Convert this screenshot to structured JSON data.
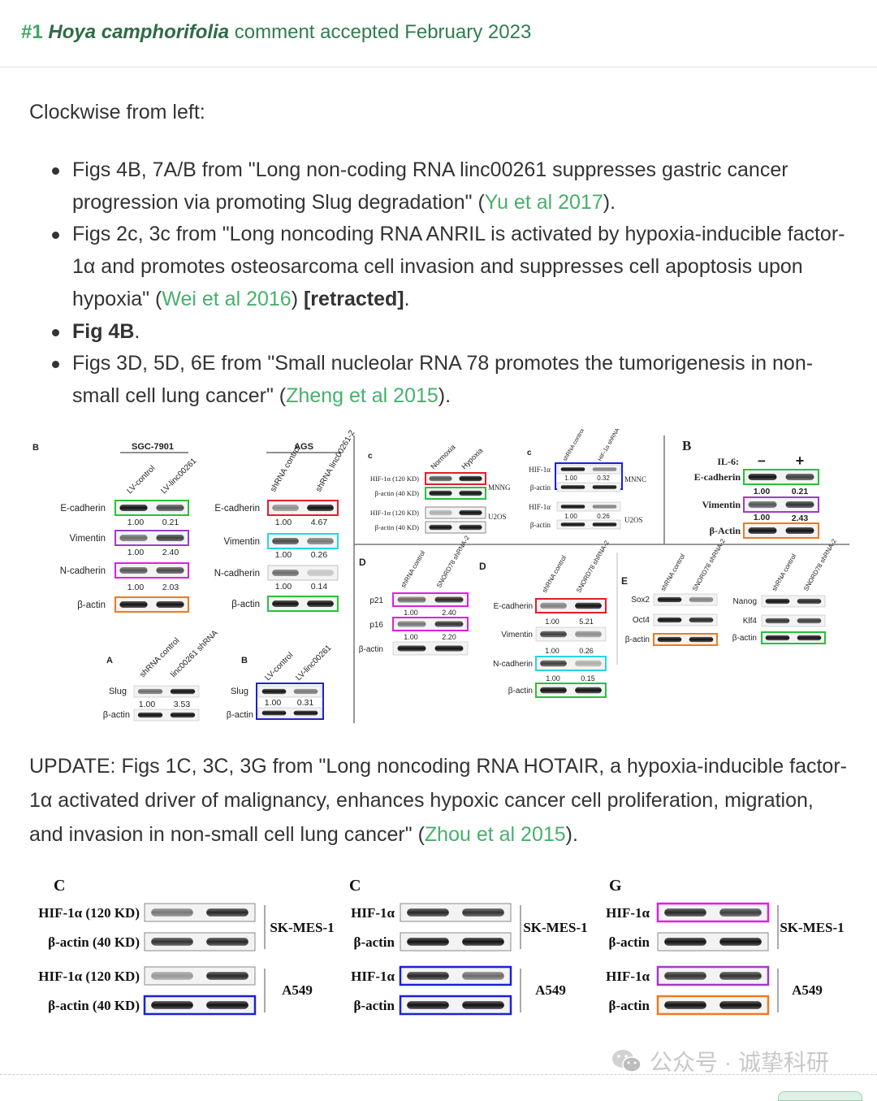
{
  "header": {
    "number": "#1",
    "species": "Hoya camphorifolia",
    "text": " comment accepted February 2023"
  },
  "intro": "Clockwise from left:",
  "bullets": [
    {
      "pre": "Figs 4B, 7A/B from \"Long non-coding RNA linc00261 suppresses gastric cancer progression via promoting Slug degradation\" (",
      "link": "Yu et al 2017",
      "post": ")."
    },
    {
      "pre": "Figs 2c, 3c from \"Long noncoding RNA ANRIL is activated by hypoxia-inducible factor-1α and promotes osteosarcoma cell invasion and suppresses cell apoptosis upon hypoxia\" (",
      "link": "Wei et al 2016",
      "post": ") ",
      "bold": "[retracted]",
      "end": "."
    },
    {
      "bold": "Fig 4B",
      "end": "."
    },
    {
      "pre": "Figs 3D, 5D, 6E from \"Small nucleolar RNA 78 promotes the tumorigenesis in non-small cell lung cancer\" (",
      "link": "Zheng et al 2015",
      "post": ")."
    }
  ],
  "update": {
    "pre": "UPDATE: Figs 1C, 3C, 3G from \"Long noncoding RNA HOTAIR, a hypoxia-inducible factor-1α activated driver of malignancy, enhances hypoxic cancer cell proliferation, migration, and invasion in non-small cell lung cancer\" (",
    "link": "Zhou et al 2015",
    "post": ")."
  },
  "fig1": {
    "pB": {
      "label": "B",
      "title": "SGC-7901",
      "cols": [
        "LV-control",
        "LV-linc00261"
      ],
      "rows": [
        "E-cadherin",
        "Vimentin",
        "N-cadherin",
        "β-actin"
      ],
      "vals": [
        [
          "1.00",
          "0.21"
        ],
        [
          "1.00",
          "2.40"
        ],
        [
          "1.00",
          "2.03"
        ]
      ]
    },
    "pAGS": {
      "title": "AGS",
      "cols": [
        "shRNA control",
        "shRNA linc00261-2"
      ],
      "rows": [
        "E-cadherin",
        "Vimentin",
        "N-cadherin",
        "β-actin"
      ],
      "vals": [
        [
          "1.00",
          "4.67"
        ],
        [
          "1.00",
          "0.26"
        ],
        [
          "1.00",
          "0.14"
        ]
      ]
    },
    "pA7": {
      "label": "A",
      "cols": [
        "shRNA control",
        "linc00261 shRNA"
      ],
      "rows": [
        "Slug",
        "β-actin"
      ],
      "vals": [
        "1.00",
        "3.53"
      ]
    },
    "pB7": {
      "label": "B",
      "cols": [
        "LV-control",
        "LV-linc00261"
      ],
      "rows": [
        "Slug",
        "β-actin"
      ],
      "vals": [
        "1.00",
        "0.31"
      ]
    },
    "pc1": {
      "label": "c",
      "cols": [
        "Normoxia",
        "Hypoxia"
      ],
      "rows": [
        "HIF-1α (120 KD)",
        "β-actin (40 KD)",
        "HIF-1α (120 KD)",
        "β-actin (40 KD)"
      ],
      "cells": [
        "MNNG",
        "U2OS"
      ]
    },
    "pc2": {
      "label": "c",
      "cols": [
        "shRNA control",
        "HIF-1α shRNA"
      ],
      "rows": [
        "HIF-1α",
        "β-actin",
        "HIF-1α",
        "β-actin"
      ],
      "vals": [
        [
          "1.00",
          "0.32"
        ],
        [
          "1.00",
          "0.26"
        ]
      ],
      "cells": [
        "MNNC",
        "U2OS"
      ]
    },
    "pB4": {
      "label": "B",
      "cond": "IL-6:",
      "signs": [
        "−",
        "+"
      ],
      "rows": [
        "E-cadherin",
        "Vimentin",
        "β-Actin"
      ],
      "vals": [
        [
          "1.00",
          "0.21"
        ],
        [
          "1.00",
          "2.43"
        ]
      ]
    },
    "pD1": {
      "label": "D",
      "cols": [
        "shRNA control",
        "SNORD78 shRNA-2"
      ],
      "rows": [
        "p21",
        "p16",
        "β-actin"
      ],
      "vals": [
        [
          "1.00",
          "2.40"
        ],
        [
          "1.00",
          "2.20"
        ]
      ]
    },
    "pD2": {
      "label": "D",
      "cols": [
        "shRNA control",
        "SNORD78 shRNA-2"
      ],
      "rows": [
        "E-cadherin",
        "Vimentin",
        "N-cadherin",
        "β-actin"
      ],
      "vals": [
        [
          "1.00",
          "5.21"
        ],
        [
          "1.00",
          "0.26"
        ],
        [
          "1.00",
          "0.15"
        ]
      ]
    },
    "pE": {
      "label": "E",
      "cols": [
        "shRNA control",
        "SNORD78 shRNA-2"
      ],
      "rows": [
        "Sox2",
        "Oct4",
        "β-actin"
      ]
    },
    "pE2": {
      "cols": [
        "shRNA control",
        "SNORD78 shRNA-2"
      ],
      "rows": [
        "Nanog",
        "Klf4",
        "β-actin"
      ]
    }
  },
  "fig2": {
    "panels": [
      {
        "label": "C",
        "rows": [
          "HIF-1α (120 KD)",
          "β-actin (40 KD)",
          "HIF-1α (120 KD)",
          "β-actin (40 KD)"
        ],
        "cells": [
          "SK-MES-1",
          "A549"
        ]
      },
      {
        "label": "C",
        "rows": [
          "HIF-1α",
          "β-actin",
          "HIF-1α",
          "β-actin"
        ],
        "cells": [
          "SK-MES-1",
          "A549"
        ]
      },
      {
        "label": "G",
        "rows": [
          "HIF-1α",
          "β-actin",
          "HIF-1α",
          "β-actin"
        ],
        "cells": [
          "SK-MES-1",
          "A549"
        ]
      }
    ]
  },
  "watermark": {
    "text": "公众号 · 诚挚科研",
    "icon": "wechat-icon"
  },
  "colors": {
    "green_link": "#47b06d",
    "header_green": "#2f7d4f",
    "box_green": "#27c23a",
    "box_red": "#e0202a",
    "box_purple": "#a03cc8",
    "box_magenta": "#e020e0",
    "box_cyan": "#26d7e0",
    "box_orange": "#f07a1c",
    "box_blue": "#1a22d6"
  }
}
